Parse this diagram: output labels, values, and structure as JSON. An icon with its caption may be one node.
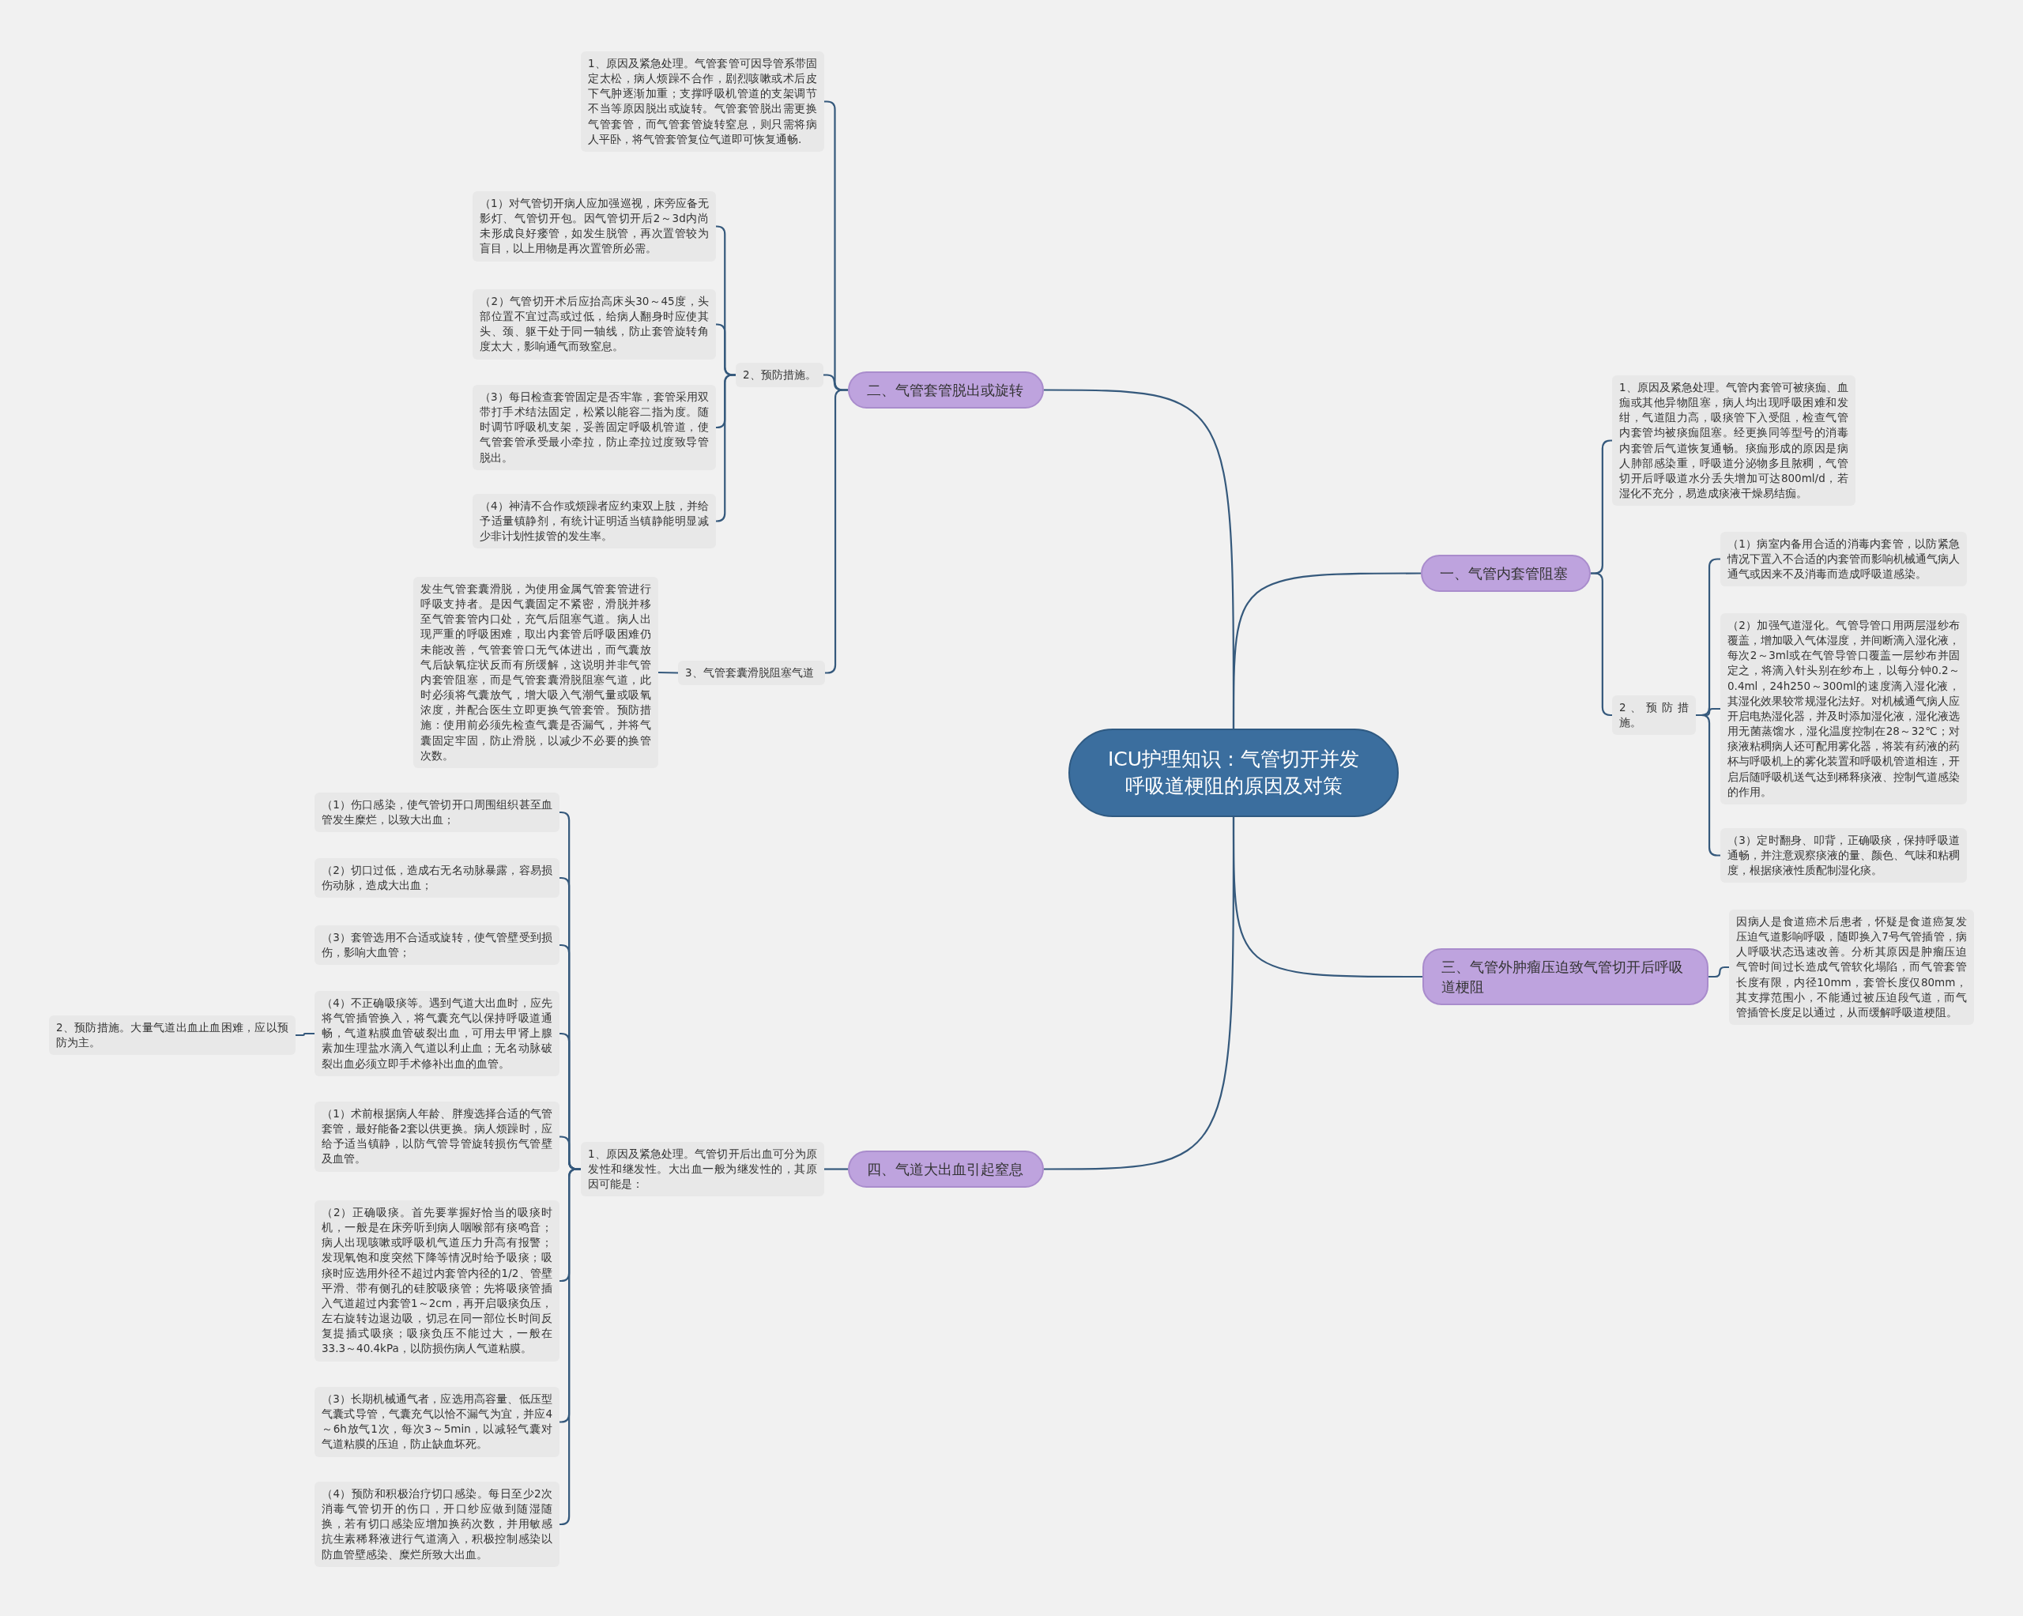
{
  "diagram": {
    "nodes": [
      {
        "text": [
          "ICU护理知识：气管切开并发呼吸道梗阻的原因及对策"
        ]
      },
      {
        "text": [
          "二、气管套管脱出或旋转"
        ]
      },
      {
        "text": [
          "1、原因及紧急处理。气管套管可因导管系带固定太松，病人烦躁不合作，剧烈咳嗽或术后皮下气肿逐渐加重；支撑呼吸机管道的支架调节不当等原因脱出或旋转。气管套管脱出需更换气管套管，而气管套管旋转窒息，则只需将病人平卧，将气管套管复位气道即可恢复通畅."
        ]
      },
      {
        "text": [
          "2、预防措施。"
        ]
      },
      {
        "text": [
          "（1）对气管切开病人应加强巡视，床旁应备无影灯、气管切开包。因气管切开后2～3d内尚未形成良好瘘管，如发生脱管，再次置管较为盲目，以上用物是再次置管所必需。"
        ]
      },
      {
        "text": [
          "（2）气管切开术后应抬高床头30～45度，头部位置不宜过高或过低，给病人翻身时应使其头、颈、躯干处于同一轴线，防止套管旋转角度太大，影响通气而致窒息。"
        ]
      },
      {
        "text": [
          "（3）每日检查套管固定是否牢靠，套管采用双带打手术结法固定，松紧以能容二指为度。随时调节呼吸机支架，妥善固定呼吸机管道，使气管套管承受最小牵拉，防止牵拉过度致导管脱出。"
        ]
      },
      {
        "text": [
          "（4）神清不合作或烦躁者应约束双上肢，并给予适量镇静剂，有统计证明适当镇静能明显减少非计划性拔管的发生率。"
        ]
      },
      {
        "text": [
          "3、气管套囊滑脱阻塞气道"
        ]
      },
      {
        "text": [
          "发生气管套囊滑脱，为使用金属气管套管进行呼吸支持者。是因气囊固定不紧密，滑脱并移至气管套管内口处，充气后阻塞气道。病人出现严重的呼吸困难，取出内套管后呼吸困难仍未能改善，气管套管口无气体进出，而气囊放气后缺氧症状反而有所缓解，这说明并非气管内套管阻塞，而是气管套囊滑脱阻塞气道，此时必须将气囊放气，增大吸入气潮气量或吸氧浓度，并配合医生立即更换气管套管。预防措施：使用前必须先检查气囊是否漏气，并将气囊固定牢固，防止滑脱，以减少不必要的换管次数。"
        ]
      },
      {
        "text": [
          "一、气管内套管阻塞"
        ]
      },
      {
        "text": [
          "1、原因及紧急处理。气管内套管可被痰痂、血痂或其他异物阻塞，病人均出现呼吸困难和发绀，气道阻力高，吸痰管下入受阻，检查气管内套管均被痰痂阻塞。经更换同等型号的消毒内套管后气道恢复通畅。痰痂形成的原因是病人肺部感染重，呼吸道分泌物多且脓稠，气管切开后呼吸道水分丢失增加可达800ml/d，若湿化不充分，易造成痰液干燥易结痂。"
        ]
      },
      {
        "text": [
          "2、预防措施。"
        ]
      },
      {
        "text": [
          "（1）病室内备用合适的消毒内套管，以防紧急情况下置入不合适的内套管而影响机械通气病人通气或因来不及消毒而造成呼吸道感染。"
        ]
      },
      {
        "text": [
          "（2）加强气道湿化。气管导管口用两层湿纱布覆盖，增加吸入气体湿度，并间断滴入湿化液，每次2～3ml或在气管导管口覆盖一层纱布并固定之，将滴入针头别在纱布上，以每分钟0.2～0.4ml，24h250～300ml的速度滴入湿化液，其湿化效果较常规湿化法好。对机械通气病人应开启电热湿化器，并及时添加湿化液，湿化液选用无菌蒸馏水，湿化温度控制在28～32℃；对痰液粘稠病人还可配用雾化器，将装有药液的药杯与呼吸机上的雾化装置和呼吸机管道相连，开启后随呼吸机送气达到稀释痰液、控制气道感染的作用。"
        ]
      },
      {
        "text": [
          "（3）定时翻身、叩背，正确吸痰，保持呼吸道通畅，并注意观察痰液的量、颜色、气味和粘稠度，根据痰液性质配制湿化痰。"
        ]
      },
      {
        "text": [
          "三、气管外肿瘤压迫致气管切开后呼吸道梗阻"
        ]
      },
      {
        "text": [
          "因病人是食道癌术后患者，怀疑是食道癌复发压迫气道影响呼吸，随即换入7号气管插管，病人呼吸状态迅速改善。分析其原因是肿瘤压迫气管时间过长造成气管软化塌陷，而气管套管长度有限，内径10mm，套管长度仅80mm，其支撑范围小，不能通过被压迫段气道，而气管插管长度足以通过，从而缓解呼吸道梗阻。"
        ]
      },
      {
        "text": [
          "四、气道大出血引起窒息"
        ]
      },
      {
        "text": [
          "1、原因及紧急处理。气管切开后出血可分为原发性和继发性。大出血一般为继发性的，其原因可能是："
        ]
      },
      {
        "text": [
          "（1）伤口感染，使气管切开口周围组织甚至血管发生糜烂，以致大出血；"
        ]
      },
      {
        "text": [
          "（2）切口过低，造成右无名动脉暴露，容易损伤动脉，造成大出血；"
        ]
      },
      {
        "text": [
          "（3）套管选用不合适或旋转，使气管壁受到损伤，影响大血管；"
        ]
      },
      {
        "text": [
          "（4）不正确吸痰等。遇到气道大出血时，应先将气管插管换入，将气囊充气以保持呼吸道通畅，气道粘膜血管破裂出血，可用去甲肾上腺素加生理盐水滴入气道以利止血；无名动脉破裂出血必须立即手术修补出血的血管。"
        ]
      },
      {
        "text": [
          "2、预防措施。大量气道出血止血困难，应以预防为主。"
        ]
      },
      {
        "text": [
          "（1）术前根据病人年龄、胖瘦选择合适的气管套管，最好能备2套以供更换。病人烦躁时，应给予适当镇静，以防气管导管旋转损伤气管壁及血管。"
        ]
      },
      {
        "text": [
          "（2）正确吸痰。首先要掌握好恰当的吸痰时机，一般是在床旁听到病人咽喉部有痰鸣音；病人出现咳嗽或呼吸机气道压力升高有报警；发现氧饱和度突然下降等情况时给予吸痰；吸痰时应选用外径不超过内套管内径的1/2、管壁平滑、带有侧孔的硅胶吸痰管；先将吸痰管插入气道超过内套管1～2cm，再开启吸痰负压，左右旋转边退边吸，切忌在同一部位长时间反复提插式吸痰；吸痰负压不能过大，一般在33.3～40.4kPa，以防损伤病人气道粘膜。"
        ]
      },
      {
        "text": [
          "（3）长期机械通气者，应选用高容量、低压型气囊式导管，气囊充气以恰不漏气为宜，并应4～6h放气1次，每次3～5min，以减轻气囊对气道粘膜的压迫，防止缺血坏死。"
        ]
      },
      {
        "text": [
          "（4）预防和积极治疗切口感染。每日至少2次消毒气管切开的伤口，开口纱应做到随湿随换，若有切口感染应增加换药次数，并用敏感抗生素稀释液进行气道滴入，积极控制感染以防血管壁感染、糜烂所致大出血。"
        ]
      }
    ],
    "edges": [
      {
        "from": 0,
        "to": 1,
        "arrow": "none"
      },
      {
        "from": 1,
        "to": 2,
        "arrow": "none"
      },
      {
        "from": 1,
        "to": 3,
        "arrow": "none"
      },
      {
        "from": 3,
        "to": 4,
        "arrow": "none"
      },
      {
        "from": 3,
        "to": 5,
        "arrow": "none"
      },
      {
        "from": 3,
        "to": 6,
        "arrow": "none"
      },
      {
        "from": 3,
        "to": 7,
        "arrow": "none"
      },
      {
        "from": 1,
        "to": 8,
        "arrow": "none"
      },
      {
        "from": 8,
        "to": 9,
        "arrow": "none"
      },
      {
        "from": 0,
        "to": 10,
        "arrow": "none"
      },
      {
        "from": 10,
        "to": 11,
        "arrow": "none"
      },
      {
        "from": 10,
        "to": 12,
        "arrow": "none"
      },
      {
        "from": 12,
        "to": 13,
        "arrow": "none"
      },
      {
        "from": 12,
        "to": 14,
        "arrow": "none"
      },
      {
        "from": 12,
        "to": 15,
        "arrow": "none"
      },
      {
        "from": 0,
        "to": 16,
        "arrow": "none"
      },
      {
        "from": 16,
        "to": 17,
        "arrow": "none"
      },
      {
        "from": 0,
        "to": 18,
        "arrow": "none"
      },
      {
        "from": 18,
        "to": 19,
        "arrow": "none"
      },
      {
        "from": 19,
        "to": 20,
        "arrow": "none"
      },
      {
        "from": 19,
        "to": 21,
        "arrow": "none"
      },
      {
        "from": 19,
        "to": 22,
        "arrow": "none"
      },
      {
        "from": 19,
        "to": 23,
        "arrow": "none"
      },
      {
        "from": 23,
        "to": 24,
        "arrow": "none"
      },
      {
        "from": 19,
        "to": 25,
        "arrow": "none"
      },
      {
        "from": 19,
        "to": 26,
        "arrow": "none"
      },
      {
        "from": 19,
        "to": 27,
        "arrow": "none"
      },
      {
        "from": 19,
        "to": 28,
        "arrow": "none"
      }
    ]
  }
}
